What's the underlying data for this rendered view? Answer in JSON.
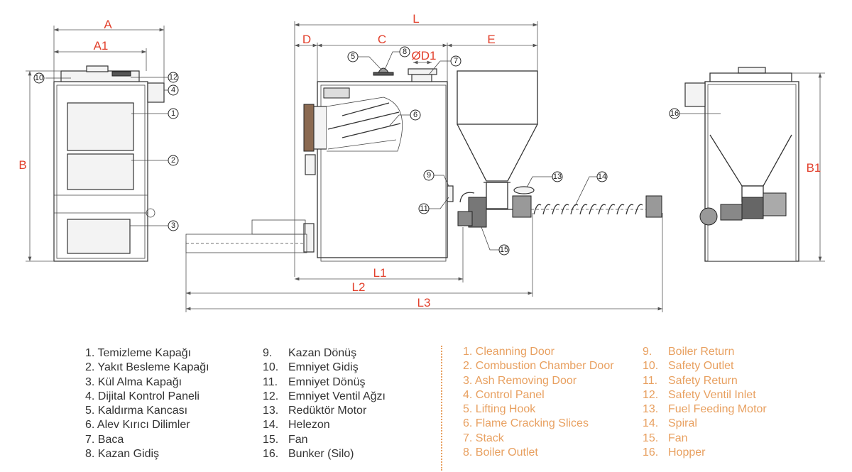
{
  "dimensions": {
    "A": "A",
    "A1": "A1",
    "B": "B",
    "B1": "B1",
    "L": "L",
    "D": "D",
    "C": "C",
    "E": "E",
    "D1": "ØD1",
    "L1": "L1",
    "L2": "L2",
    "L3": "L3"
  },
  "callouts": {
    "c1": "1",
    "c2": "2",
    "c3": "3",
    "c4": "4",
    "c5": "5",
    "c6": "6",
    "c7": "7",
    "c8": "8",
    "c9": "9",
    "c10": "10",
    "c11": "11",
    "c12": "12",
    "c13": "13",
    "c14": "14",
    "c15": "15",
    "c16": "16"
  },
  "legend_tr": {
    "col1": [
      "1. Temizleme Kapağı",
      "2. Yakıt Besleme Kapağı",
      "3. Kül Alma Kapağı",
      "4. Dijital Kontrol Paneli",
      "5. Kaldırma Kancası",
      "6. Alev Kırıcı Dilimler",
      "7. Baca",
      "8. Kazan Gidiş"
    ],
    "col2": [
      {
        "num": "9.",
        "label": "Kazan Dönüş"
      },
      {
        "num": "10.",
        "label": "Emniyet Gidiş"
      },
      {
        "num": "11.",
        "label": "Emniyet Dönüş"
      },
      {
        "num": "12.",
        "label": "Emniyet Ventil Ağzı"
      },
      {
        "num": "13.",
        "label": "Redüktör Motor"
      },
      {
        "num": "14.",
        "label": "Helezon"
      },
      {
        "num": "15.",
        "label": "Fan"
      },
      {
        "num": "16.",
        "label": "Bunker (Silo)"
      }
    ]
  },
  "legend_en": {
    "col1": [
      "1. Cleanning Door",
      "2. Combustion Chamber Door",
      "3. Ash Removing Door",
      "4. Control Panel",
      "5. Lifting Hook",
      "6. Flame Cracking Slices",
      "7. Stack",
      "8. Boiler Outlet"
    ],
    "col2": [
      {
        "num": "9.",
        "label": "Boiler Return"
      },
      {
        "num": "10.",
        "label": "Safety Outlet"
      },
      {
        "num": "11.",
        "label": "Safety Return"
      },
      {
        "num": "12.",
        "label": "Safety Ventil Inlet"
      },
      {
        "num": "13.",
        "label": "Fuel Feeding Motor"
      },
      {
        "num": "14.",
        "label": "Spiral"
      },
      {
        "num": "15.",
        "label": "Fan"
      },
      {
        "num": "16.",
        "label": "Hopper"
      }
    ]
  },
  "colors": {
    "dimension_label": "#e2402c",
    "english_legend": "#e8a060",
    "turkish_legend": "#333333"
  }
}
